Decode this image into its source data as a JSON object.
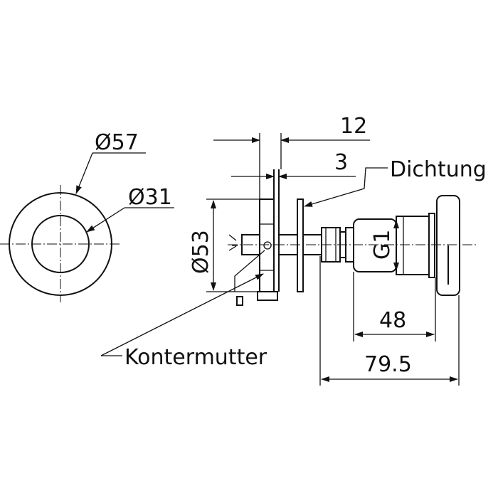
{
  "drawing": {
    "front_view": {
      "outer_diameter": "Ø57",
      "inner_diameter": "Ø31"
    },
    "side_view": {
      "dim_plate_total": "12",
      "dim_plate_thickness": "3",
      "seal_label": "Dichtung",
      "dim_plate_diameter": "Ø53",
      "thread_label": "G1",
      "dim_body_length": "48",
      "dim_total_length": "79.5",
      "locknut_label": "Kontermutter"
    }
  }
}
